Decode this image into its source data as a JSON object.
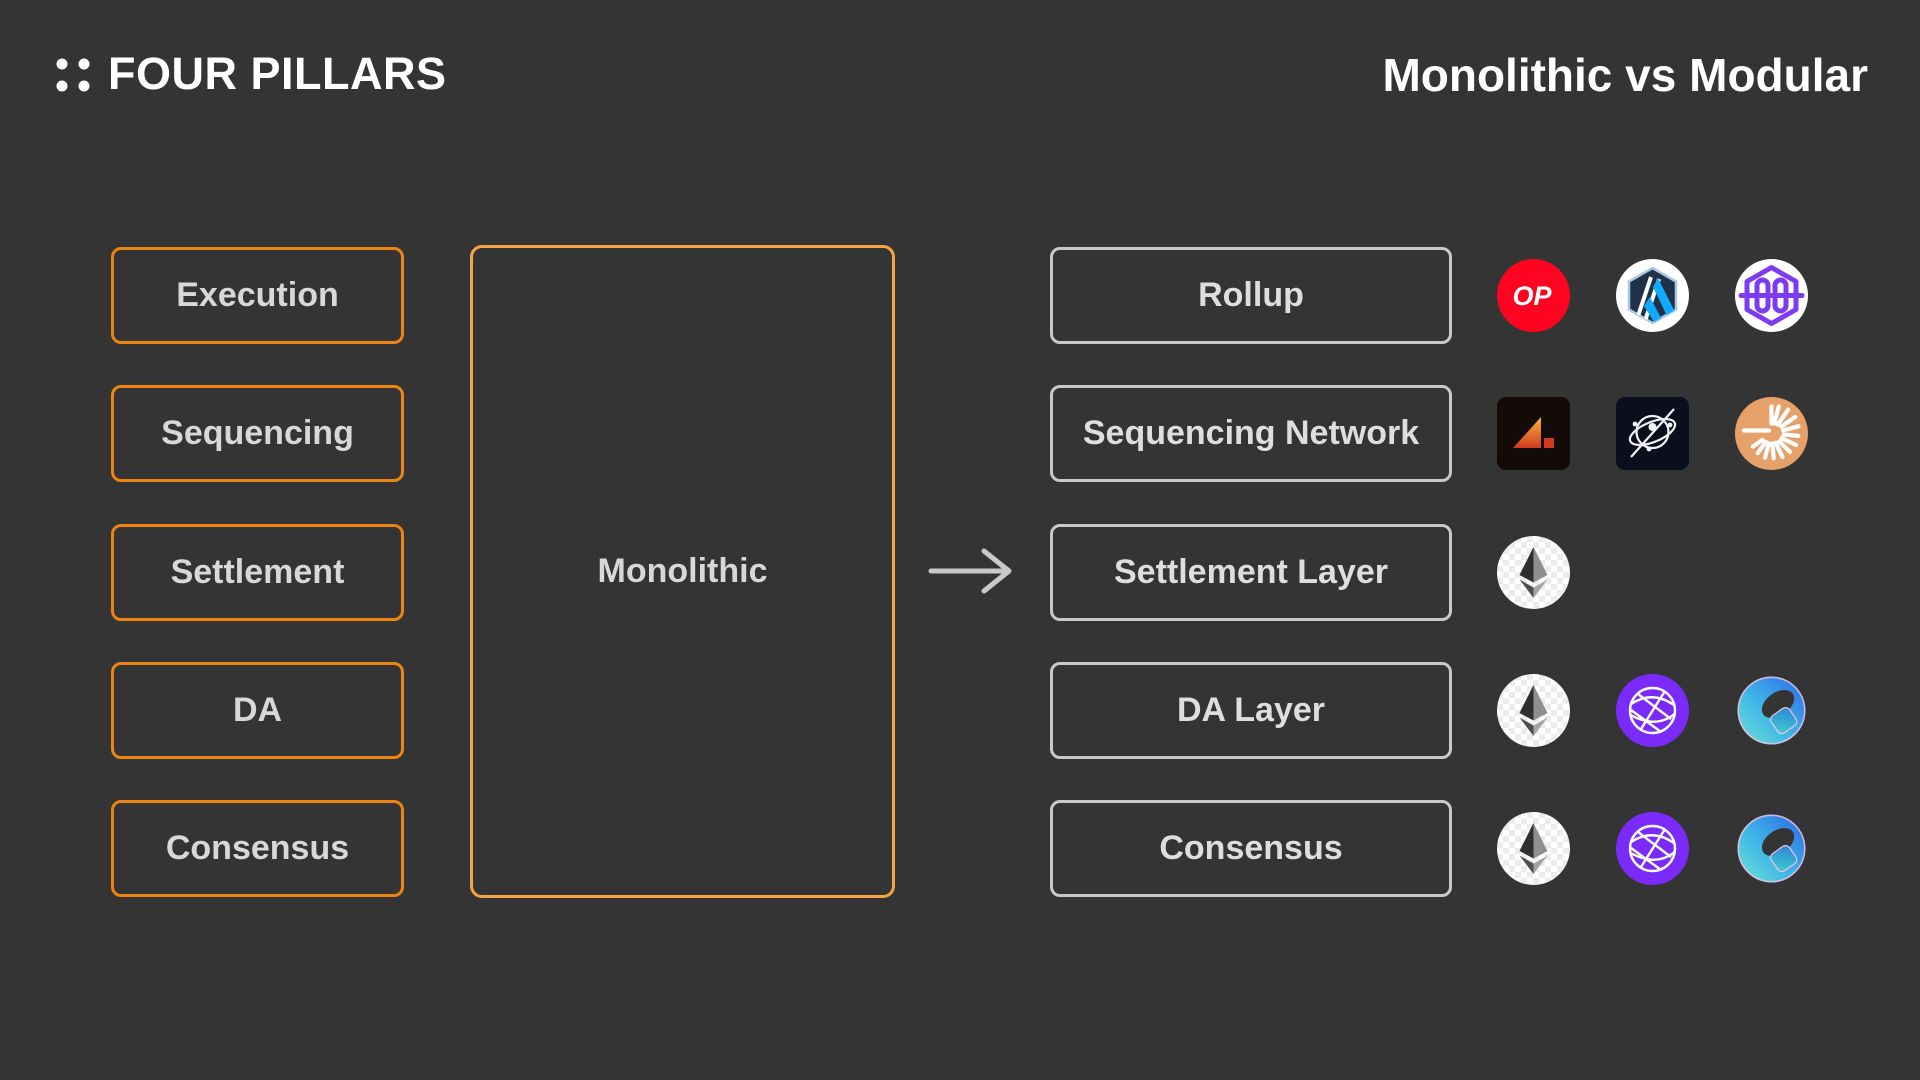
{
  "header": {
    "brand": "FOUR PILLARS",
    "title": "Monolithic vs Modular"
  },
  "monolithic": {
    "label": "Monolithic",
    "pillars": [
      "Execution",
      "Sequencing",
      "Settlement",
      "DA",
      "Consensus"
    ]
  },
  "modular": {
    "rows": [
      {
        "label": "Rollup",
        "icons": [
          "optimism",
          "arbitrum",
          "purple-hexagon-chain"
        ]
      },
      {
        "label": "Sequencing Network",
        "icons": [
          "astria",
          "orbital-network",
          "espresso"
        ]
      },
      {
        "label": "Settlement Layer",
        "icons": [
          "ethereum"
        ]
      },
      {
        "label": "DA Layer",
        "icons": [
          "ethereum",
          "celestia",
          "avail"
        ]
      },
      {
        "label": "Consensus",
        "icons": [
          "ethereum",
          "celestia",
          "avail"
        ]
      }
    ]
  },
  "icons": {
    "optimism_text": "OP"
  },
  "colors": {
    "background": "#343434",
    "pillar_border": "#EC8312",
    "monolithic_border": "#F4A443",
    "modular_border": "#C9C9C9",
    "label_text": "#D8D8D8",
    "optimism_red": "#FF0420",
    "arbitrum_navy": "#213147",
    "arbitrum_blue": "#12AAFF",
    "hexagon_purple": "#7C3BF0",
    "celestia_purple": "#7B2BF9",
    "espresso_tan": "#E5A169",
    "astria_bg": "#120B07",
    "orbital_bg": "#0A0E1D"
  }
}
